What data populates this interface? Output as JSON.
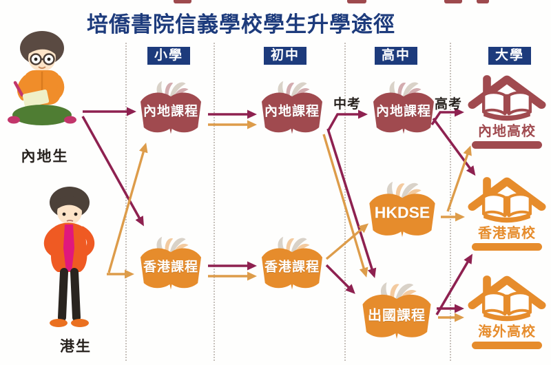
{
  "title": "培僑書院信義學校學生升學途徑",
  "stages": [
    {
      "id": "primary",
      "label": "小學"
    },
    {
      "id": "junior",
      "label": "初中"
    },
    {
      "id": "senior",
      "label": "高中"
    },
    {
      "id": "university",
      "label": "大學"
    }
  ],
  "students": {
    "mainland": {
      "label": "內地生"
    },
    "hongkong": {
      "label": "港生"
    }
  },
  "courses": {
    "mainland_primary": {
      "label": "內地課程"
    },
    "mainland_junior": {
      "label": "內地課程"
    },
    "mainland_senior": {
      "label": "內地課程"
    },
    "hk_primary": {
      "label": "香港課程"
    },
    "hk_junior": {
      "label": "香港課程"
    },
    "hkdse": {
      "label": "HKDSE"
    },
    "abroad_senior": {
      "label": "出國課程"
    }
  },
  "universities": {
    "mainland": {
      "label": "內地高校"
    },
    "hongkong": {
      "label": "香港高校"
    },
    "overseas": {
      "label": "海外高校"
    }
  },
  "exams": {
    "zhongkao": "中考",
    "gaokao": "高考"
  },
  "colors": {
    "navy": "#1d3b7c",
    "maroon": "#a04a4f",
    "orange": "#e68c2c",
    "arrow_maroon": "#8e2150",
    "arrow_orange": "#dd9c4a"
  }
}
